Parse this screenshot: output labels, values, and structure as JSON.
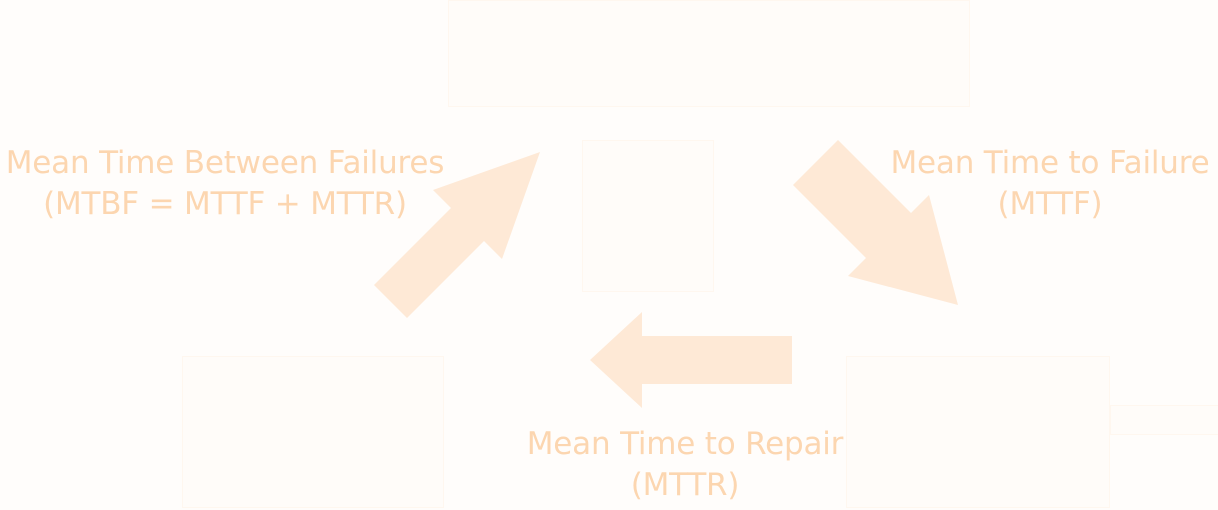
{
  "diagram": {
    "colors": {
      "text": "#fcd6b0",
      "arrow": "#fee9d6",
      "background": "#fffdfb",
      "faint_box": "#fffcf9"
    },
    "labels": {
      "mtbf": {
        "line1": "Mean Time Between Failures",
        "line2": "(MTBF = MTTF + MTTR)"
      },
      "mttf": {
        "line1": "Mean Time to Failure",
        "line2": "(MTTF)"
      },
      "mttr": {
        "line1": "Mean Time to Repair",
        "line2": "(MTTR)"
      }
    }
  }
}
